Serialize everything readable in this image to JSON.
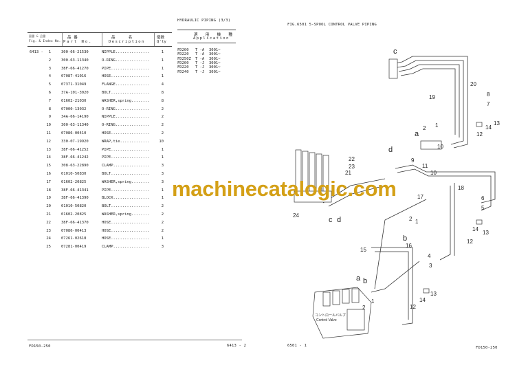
{
  "left_page": {
    "section_title": "HYDRAULIC PIPING (3/3)",
    "headers": {
      "fig_index_jp": "図番 & 品番",
      "fig_index": "Fig. & Index No.",
      "part_no_jp": "品 番",
      "part_no": "Part No.",
      "description_jp": "品 名",
      "description": "Description",
      "qty_jp": "個数",
      "qty": "Q'ty",
      "application_jp": "適 用 機 種",
      "application": "Application"
    },
    "fig_no": "6413 - ",
    "rows": [
      {
        "n": "1",
        "part": "300-66-21530",
        "desc": "NIPPLE...............",
        "qty": "1"
      },
      {
        "n": "2",
        "part": "300-63-11340",
        "desc": "O-RING...............",
        "qty": "1"
      },
      {
        "n": "3",
        "part": "38F-66-41270",
        "desc": "PIPE.................",
        "qty": "1"
      },
      {
        "n": "4",
        "part": "07087-41016",
        "desc": "HOSE.................",
        "qty": "1"
      },
      {
        "n": "5",
        "part": "07371-31049",
        "desc": "FLANGE...............",
        "qty": "4"
      },
      {
        "n": "6",
        "part": "37A-101-3020",
        "desc": "BOLT.................",
        "qty": "8"
      },
      {
        "n": "7",
        "part": "01602-21030",
        "desc": "WASHER,spring........",
        "qty": "8"
      },
      {
        "n": "8",
        "part": "07000-13032",
        "desc": "O-RING...............",
        "qty": "2"
      },
      {
        "n": "9",
        "part": "34A-66-14190",
        "desc": "NIPPLE...............",
        "qty": "2"
      },
      {
        "n": "10",
        "part": "300-63-11340",
        "desc": "O-RING...............",
        "qty": "2"
      },
      {
        "n": "11",
        "part": "07086-00410",
        "desc": "HOSE.................",
        "qty": "2"
      },
      {
        "n": "12",
        "part": "330-07-19920",
        "desc": "WRAP,tie.............",
        "qty": "10"
      },
      {
        "n": "13",
        "part": "38F-66-41252",
        "desc": "PIPE.................",
        "qty": "1"
      },
      {
        "n": "14",
        "part": "38F-66-41242",
        "desc": "PIPE.................",
        "qty": "1"
      },
      {
        "n": "15",
        "part": "308-63-22890",
        "desc": "CLAMP................",
        "qty": "3"
      },
      {
        "n": "16",
        "part": "01010-50830",
        "desc": "BOLT.................",
        "qty": "3"
      },
      {
        "n": "17",
        "part": "01602-20825",
        "desc": "WASHER,spring........",
        "qty": "3"
      },
      {
        "n": "18",
        "part": "38F-66-41341",
        "desc": "PIPE.................",
        "qty": "1"
      },
      {
        "n": "19",
        "part": "38F-66-41390",
        "desc": "BLOCK................",
        "qty": "1"
      },
      {
        "n": "20",
        "part": "01010-50820",
        "desc": "BOLT.................",
        "qty": "2"
      },
      {
        "n": "21",
        "part": "01602-20825",
        "desc": "WASHER,spring........",
        "qty": "2"
      },
      {
        "n": "22",
        "part": "38F-66-41370",
        "desc": "HOSE.................",
        "qty": "2"
      },
      {
        "n": "23",
        "part": "07086-00413",
        "desc": "HOSE.................",
        "qty": "2"
      },
      {
        "n": "24",
        "part": "07261-02618",
        "desc": "HOSE.................",
        "qty": "1"
      },
      {
        "n": "25",
        "part": "07281-00419",
        "desc": "CLAMP................",
        "qty": "3"
      }
    ],
    "applications": [
      {
        "model": "FD200",
        "type": "T -A",
        "serial": "3001~"
      },
      {
        "model": "FD220",
        "type": "T -A",
        "serial": "3001~"
      },
      {
        "model": "FD250Z",
        "type": "T -A",
        "serial": "3001~"
      },
      {
        "model": "FD200",
        "type": "T -J",
        "serial": "3001~"
      },
      {
        "model": "FD220",
        "type": "T -J",
        "serial": "3001~"
      },
      {
        "model": "FD240",
        "type": "T -J",
        "serial": "3001~"
      }
    ],
    "footer_model": "FD150-250",
    "footer_page": "6413 - 2"
  },
  "right_page": {
    "fig_title": "FIG.6501  5-SPOOL CONTROL VALVE PIPING",
    "callouts": [
      "c",
      "20",
      "8",
      "19",
      "7",
      "14",
      "13",
      "12",
      "a",
      "1",
      "2",
      "10",
      "9",
      "d",
      "11",
      "10",
      "22",
      "23",
      "21",
      "18",
      "17",
      "6",
      "5",
      "2",
      "1",
      "24",
      "c",
      "d",
      "13",
      "14",
      "12",
      "b",
      "16",
      "15",
      "4",
      "3",
      "a",
      "b",
      "1",
      "2",
      "13",
      "14",
      "12"
    ],
    "valve_label_jp": "コントロールバルブ",
    "valve_label": "Control Valve",
    "footer_page": "6501 - 1",
    "footer_model": "FD150-250"
  },
  "watermark": "machinecatalogic.com",
  "colors": {
    "watermark": "#d4a017",
    "ink": "#222222"
  }
}
